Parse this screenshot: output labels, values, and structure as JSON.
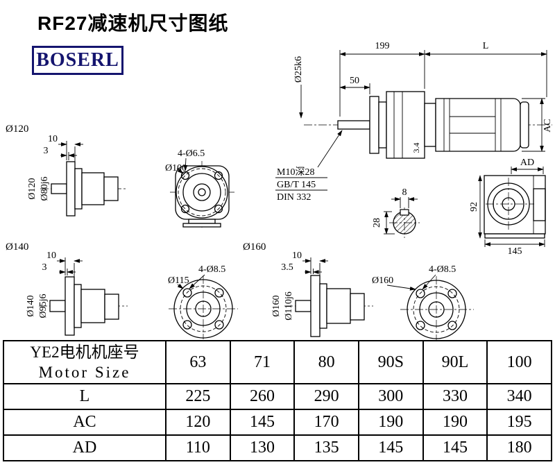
{
  "page": {
    "title": "RF27减速机尺寸图纸",
    "logo": "BOSERL",
    "logo_color": "#14146e",
    "line_color": "#000000"
  },
  "drawings": {
    "main": {
      "d199": "199",
      "dL": "L",
      "d50": "50",
      "shaft_dia": "Ø25k6",
      "ac": "AC",
      "d34": "3.4",
      "m10": "M10深28",
      "gbt": "GB/T 145",
      "din": "DIN 332"
    },
    "f120": {
      "label": "Ø120",
      "d10": "10",
      "d3": "3",
      "od": "Ø120",
      "shaft_d": "Ø80j6"
    },
    "c100": {
      "holes": "4-Ø6.5",
      "od": "Ø100"
    },
    "side": {
      "ad": "AD",
      "d92": "92",
      "d145": "145"
    },
    "section": {
      "d8": "8",
      "d28": "28"
    },
    "f140": {
      "label": "Ø140",
      "d10": "10",
      "d3": "3",
      "od": "Ø140",
      "shaft_d": "Ø95j6"
    },
    "c115": {
      "od": "Ø115",
      "holes": "4-Ø8.5"
    },
    "f160": {
      "label": "Ø160",
      "d10": "10",
      "d35": "3.5",
      "od": "Ø160",
      "shaft_d": "Ø110j6"
    },
    "c160": {
      "od": "Ø160",
      "holes": "4-Ø8.5"
    }
  },
  "table": {
    "header_cn": "YE2电机机座号",
    "header_en": "Motor Size",
    "sizes": [
      "63",
      "71",
      "80",
      "90S",
      "90L",
      "100"
    ],
    "rows": [
      {
        "label": "L",
        "values": [
          "225",
          "260",
          "290",
          "300",
          "330",
          "340"
        ]
      },
      {
        "label": "AC",
        "values": [
          "120",
          "145",
          "170",
          "190",
          "190",
          "195"
        ]
      },
      {
        "label": "AD",
        "values": [
          "110",
          "130",
          "135",
          "145",
          "145",
          "180"
        ]
      }
    ]
  }
}
